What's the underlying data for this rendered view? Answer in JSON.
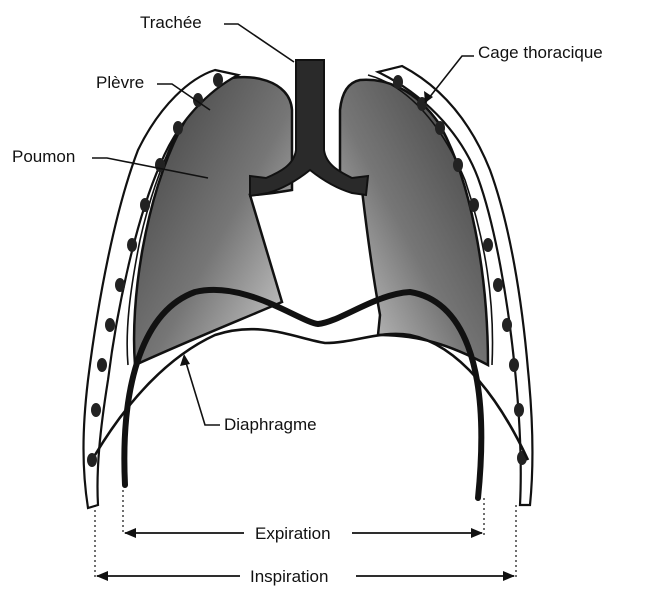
{
  "labels": {
    "trachea": "Trachée",
    "pleura": "Plèvre",
    "rib_cage": "Cage thoracique",
    "lung": "Poumon",
    "diaphragm": "Diaphragme",
    "expiration": "Expiration",
    "inspiration": "Inspiration"
  },
  "colors": {
    "ink": "#111111",
    "lung_fill": "#6e6e6e",
    "lung_light": "#cfcfcf",
    "background": "#ffffff"
  }
}
